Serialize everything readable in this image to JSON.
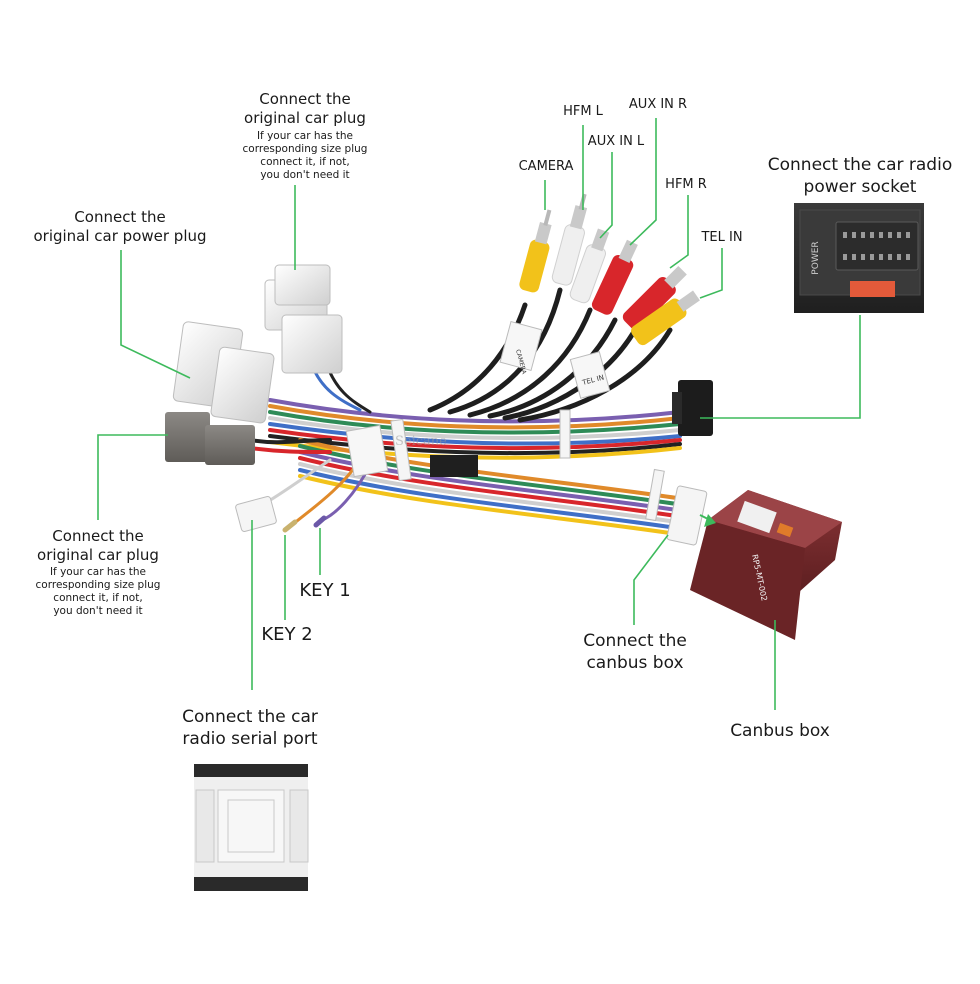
{
  "labels": {
    "orig_plug_top": {
      "title_lines": [
        "Connect the",
        "original car plug"
      ],
      "note_lines": [
        "If your car has the",
        "corresponding size plug",
        "connect it, if not,",
        "you don't need it"
      ]
    },
    "orig_power": {
      "title_lines": [
        "Connect the",
        "original car power plug"
      ]
    },
    "orig_plug_left": {
      "title_lines": [
        "Connect the",
        "original car plug"
      ],
      "note_lines": [
        "If your car has the",
        "corresponding size plug",
        "connect it, if not,",
        "you don't need it"
      ]
    },
    "rca": {
      "hfm_l": "HFM L",
      "aux_in_r": "AUX IN R",
      "aux_in_l": "AUX IN L",
      "camera": "CAMERA",
      "hfm_r": "HFM R",
      "tel_in": "TEL IN"
    },
    "power_socket": {
      "lines": [
        "Connect the car radio",
        "power socket"
      ],
      "socket_text": "POWER"
    },
    "keys": {
      "key1": "KEY 1",
      "key2": "KEY 2"
    },
    "serial_port": {
      "lines": [
        "Connect the car",
        "radio  serial port"
      ]
    },
    "canbus_connect": {
      "lines": [
        "Connect the",
        "canbus box"
      ]
    },
    "canbus_box": {
      "label": "Canbus box",
      "box_text": "RP5-MT-002"
    },
    "harness_tags": {
      "camera_tag": "CAMERA",
      "tel_tag": "TEL IN",
      "watermark": "Seicane"
    }
  },
  "colors": {
    "leader": "#3dba5c",
    "plug_white": "#ececec",
    "plug_grey": "#7d7a76",
    "connector_black": "#1c1c1c",
    "canbus_red": "#7a2a2c",
    "rca_yellow": "#f2c21a",
    "rca_white": "#efefef",
    "rca_red": "#d8262b"
  }
}
